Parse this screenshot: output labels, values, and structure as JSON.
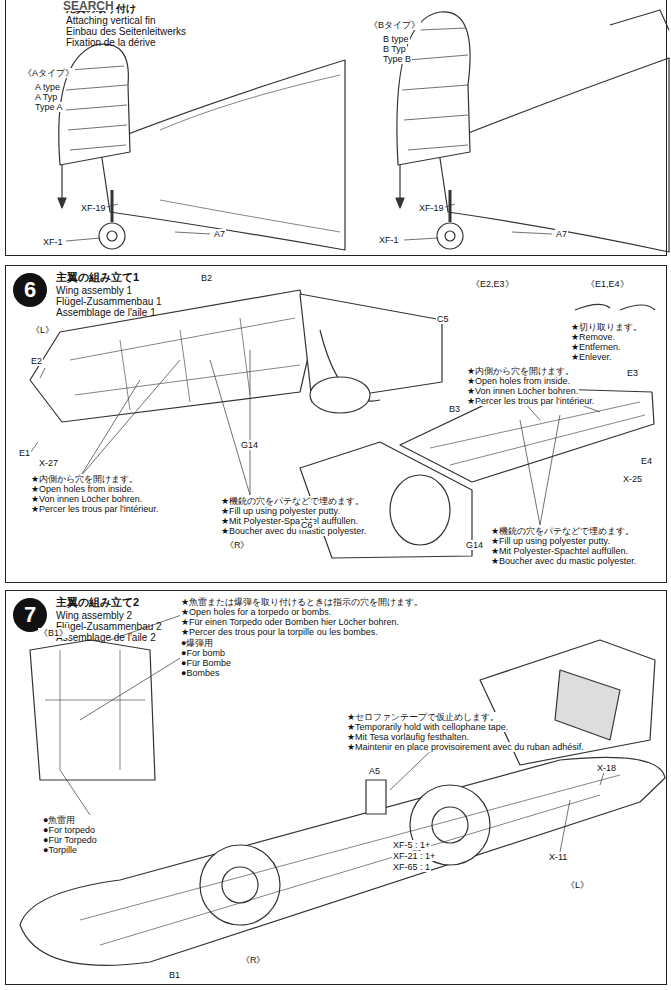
{
  "diagram": {
    "nodes": [
      {
        "text": [
          "尾翼の取り付け",
          "Attaching vertical fin",
          "Einbau des Seitenleitwerks",
          "Fixation de la dérive"
        ]
      },
      {
        "text": [
          "主翼の組み立て1",
          "Wing assembly 1",
          "Flügel-Zusammenbau 1",
          "Assemblage de l'aile 1"
        ]
      },
      {
        "text": [
          "6"
        ],
        "in": 1
      },
      {
        "text": [
          "主翼の組み立て2",
          "Wing assembly 2",
          "Flügel-Zusammenbau 2",
          "Assemblage de l'aile 2"
        ]
      },
      {
        "text": [
          "7"
        ],
        "in": 3
      }
    ],
    "labels": [
      "SEARCH",
      "《Aタイプ》",
      "A type",
      "A Typ",
      "Type A",
      "《Bタイプ》",
      "B type",
      "B Typ",
      "Type B",
      "XF-19",
      "XF-1",
      "A7",
      "XF-19",
      "XF-1",
      "A7",
      "B2",
      "C5",
      "《L》",
      "E2",
      "E1",
      "X-27",
      "G14",
      "★内側から穴を開けます。",
      "★Open holes from inside.",
      "★Von innen Löcher bohren.",
      "★Percer les trous par l'intérieur.",
      "★機銃の穴をパテなどで埋めます。",
      "★Fill up using polyester putty.",
      "★Mit Polyester-Spachtel auffüllen.",
      "★Boucher avec du mastic polyester.",
      "《E2,E3》",
      "《E1,E4》",
      "★切り取ります。",
      "★Remove.",
      "★Entfernen.",
      "★Enlever.",
      "★内側から穴を開けます。",
      "★Open holes from inside.",
      "★Von innen Löcher bohren.",
      "★Percer les trous par l'intérieur.",
      "E3",
      "B3",
      "E4",
      "X-25",
      "《R》",
      "C6",
      "G14",
      "★機銃の穴をパテなどで埋めます。",
      "★Fill up using polyester putty.",
      "★Mit Polyester-Spachtel auffüllen.",
      "★Boucher avec du mastic polyester.",
      "★魚雷または爆弾を取り付けるときは指示の穴を開けます。",
      "★Open holes for a torpedo or bombs.",
      "★Für einen Torpedo oder Bomben hier Löcher bohren.",
      "★Percer des trous pour la torpille ou les bombes.",
      "《B1》",
      "●爆弾用",
      "●For bomb",
      "●Für Bombe",
      "●Bombes",
      "●魚雷用",
      "●For torpedo",
      "●Für Torpedo",
      "●Torpille",
      "★セロファンテープで仮止めします。",
      "★Temporarily hold with cellophane tape.",
      "★Mit Tesa vorläufig festhalten.",
      "★Maintenir en place provisoirement avec du ruban adhésif.",
      "X-18",
      "A5",
      "XF-5 : 1+",
      "XF-21 : 1+",
      "XF-65 : 1",
      "X-11",
      "《L》",
      "《R》",
      "B1"
    ]
  }
}
